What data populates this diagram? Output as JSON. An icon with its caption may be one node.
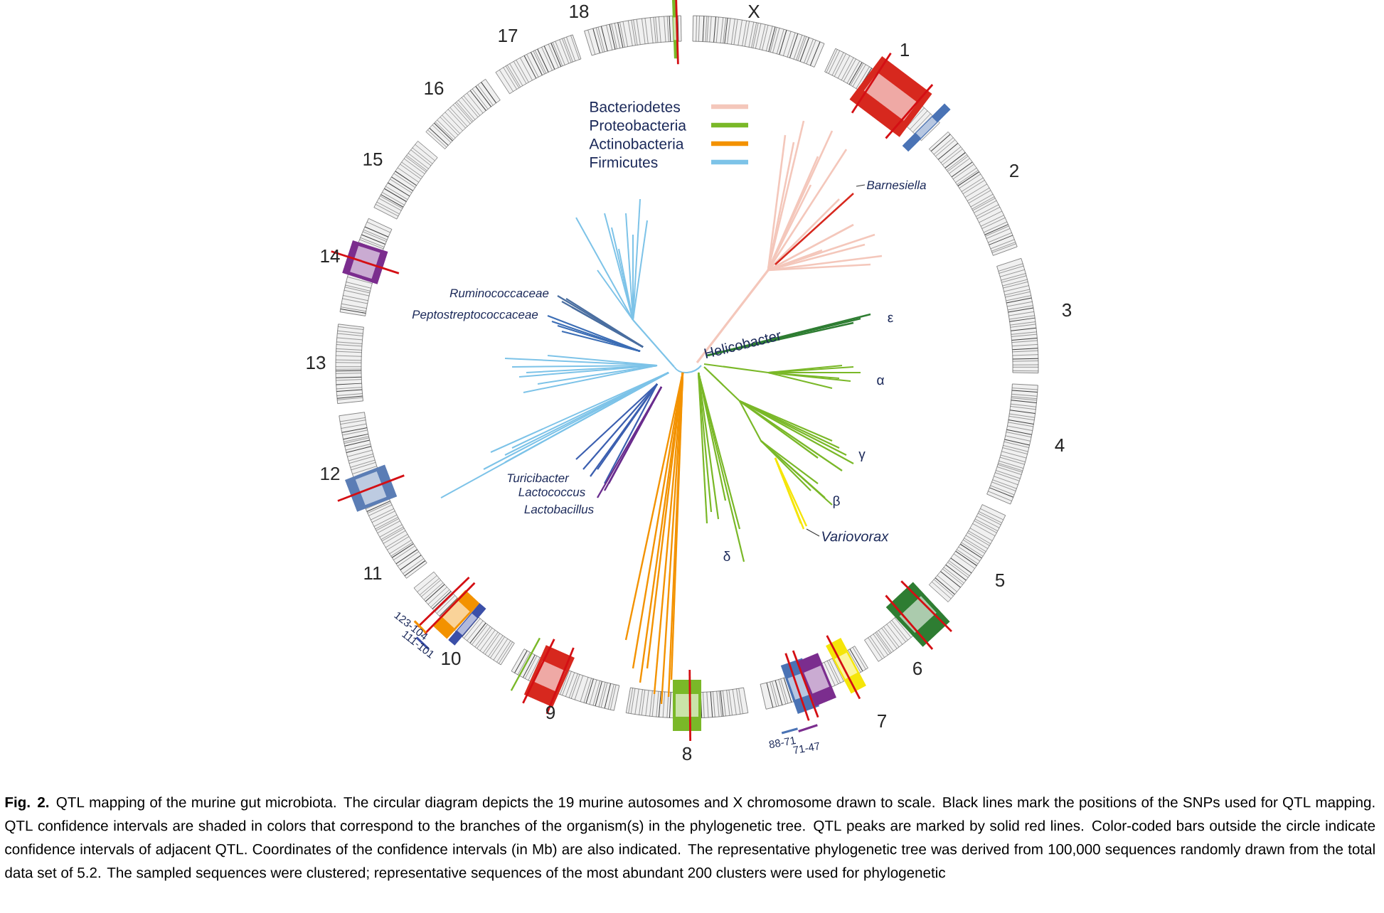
{
  "diagram": {
    "caption": "**Fig. 2.** QTL mapping of the murine gut microbiota. The circular diagram depicts the 19 murine autosomes and X chromosome drawn to scale. Black lines mark the positions of the SNPs used for QTL mapping. QTL confidence intervals are shaded in colors that correspond to the branches of the organism(s) in the phylogenetic tree. QTL peaks are marked by solid red lines. Color-coded bars outside the circle indicate confidence intervals of adjacent QTL. Coordinates of the confidence intervals (in Mb) are also indicated. The representative phylogenetic tree was derived from 100,000 sequences randomly drawn from the total data set of 5.2. The sampled sequences were clustered; representative sequences of the most abundant 200 clusters were used for phylogenetic",
    "nodes": [
      {
        "text": [
          "Barnesiella"
        ]
      },
      {
        "text": [
          "Variovorax"
        ]
      }
    ],
    "edges": [
      {
        "from": 0,
        "to": null,
        "arrow": "none"
      },
      {
        "from": 1,
        "to": null,
        "arrow": "none"
      }
    ],
    "labels": [
      "18",
      "X",
      "1",
      "17",
      "16",
      "15",
      "2",
      "14",
      "Ruminococcaceae",
      "Peptostreptococcaceae",
      "Helicobacter",
      "ε",
      "3",
      "13",
      "α",
      "4",
      "12",
      "γ",
      "Turicibacter",
      "Lactococcus",
      "β",
      "Lactobacillus",
      "δ",
      "11",
      "5",
      "123-104",
      "111-101",
      "10",
      "6",
      "9",
      "7",
      "88-71",
      "71-47",
      "8"
    ],
    "legend": [
      {
        "text": "Bacteriodetes",
        "color": "#f4c7bb"
      },
      {
        "text": "Proteobacteria",
        "color": "#7ab828"
      },
      {
        "text": "Actinobacteria",
        "color": "#f39200"
      },
      {
        "text": "Firmicutes",
        "color": "#7dc3e8"
      }
    ]
  }
}
